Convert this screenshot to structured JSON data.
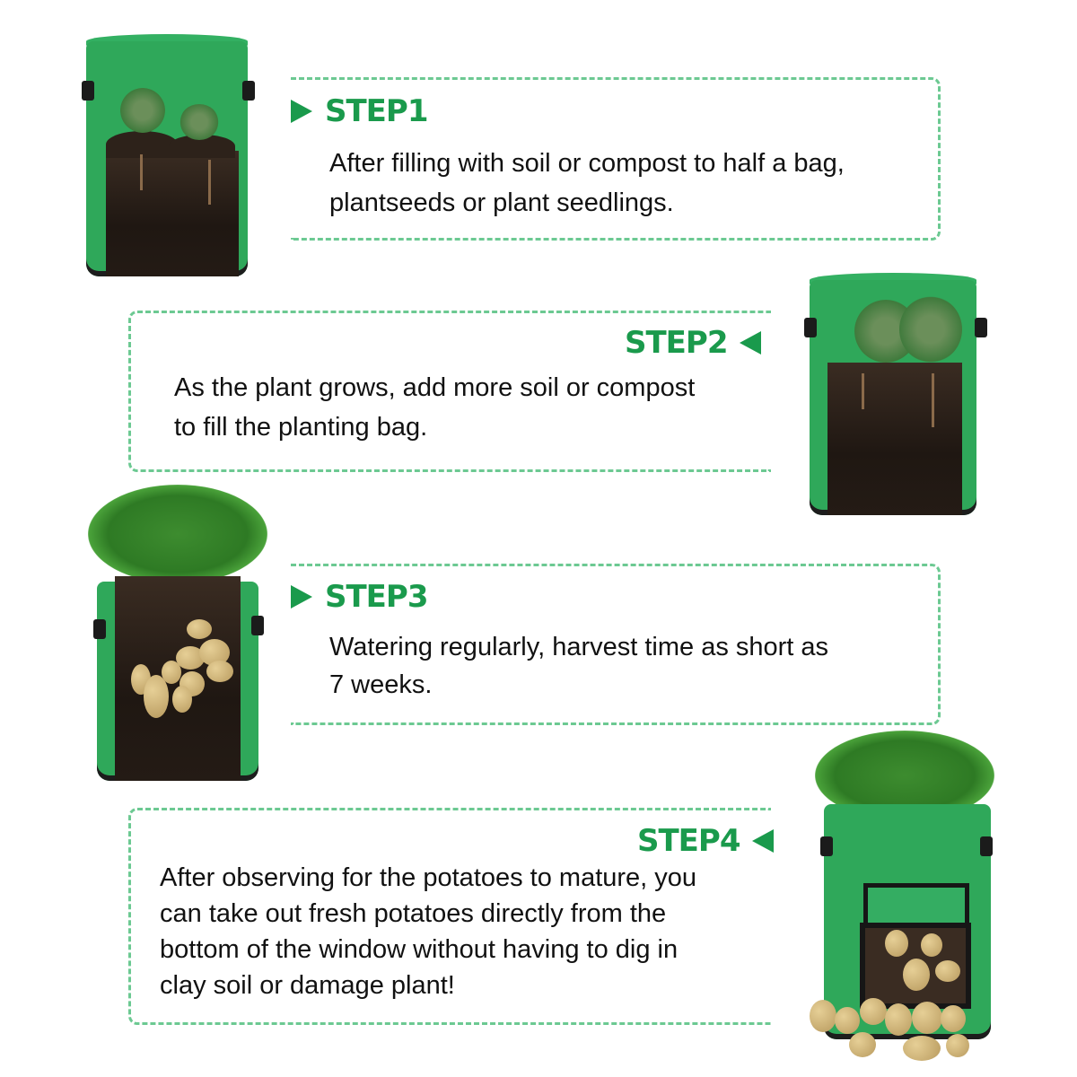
{
  "steps": [
    {
      "title": "STEP1",
      "arrow": "triangle-right",
      "text_lines": [
        "After filling with soil or compost to half a bag,",
        "plantseeds or plant seedlings."
      ],
      "image": "grow-bag-seedlings"
    },
    {
      "title": "STEP2",
      "arrow": "triangle-left",
      "text_lines": [
        "As the plant grows, add more soil or compost",
        "to fill the planting bag."
      ],
      "image": "grow-bag-growing-plant"
    },
    {
      "title": "STEP3",
      "arrow": "triangle-right",
      "text_lines": [
        "Watering regularly, harvest time as short as",
        "7 weeks."
      ],
      "image": "grow-bag-potatoes-underground"
    },
    {
      "title": "STEP4",
      "arrow": "triangle-left",
      "text_lines": [
        "After observing for the potatoes to mature, you",
        "can take out fresh potatoes directly from the",
        "bottom of the window without having to dig in",
        "clay soil or damage plant!"
      ],
      "image": "grow-bag-harvest-window"
    }
  ],
  "colors": {
    "accent_green": "#1a9a4c",
    "dashed_border": "#6cc992",
    "bag_green": "#2fa85a",
    "text": "#111111"
  }
}
